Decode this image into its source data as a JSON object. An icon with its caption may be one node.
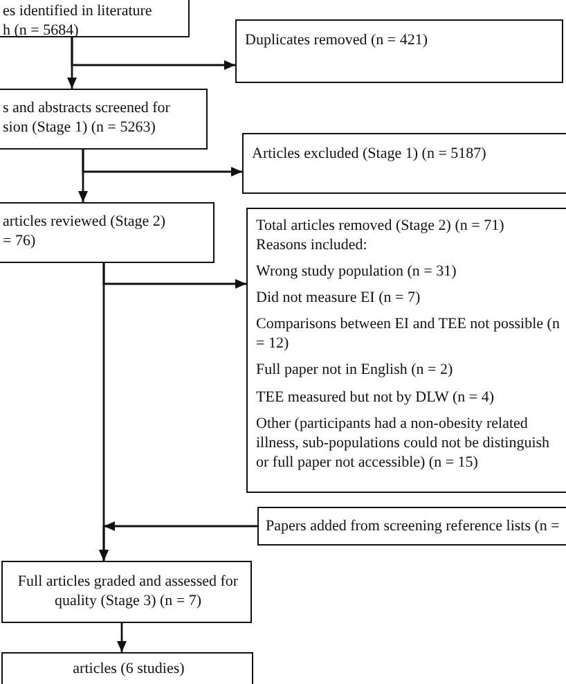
{
  "diagram": {
    "nodes": [
      {
        "text": [
          "es identified in literature h (n = 5684)"
        ]
      },
      {
        "text": [
          "Duplicates removed (n = 421)"
        ]
      },
      {
        "text": [
          "s and abstracts screened for sion (Stage 1) (n = 5263)"
        ]
      },
      {
        "text": [
          "Articles excluded (Stage 1) (n = 5187)"
        ]
      },
      {
        "text": [
          "articles reviewed (Stage 2) = 76)"
        ]
      },
      {
        "text": [
          "Total articles removed (Stage 2) (n = 71)",
          "Reasons included:",
          "Wrong study population (n = 31)",
          "Did not measure EI (n = 7)",
          "Comparisons between EI and TEE not possible (n = 12)",
          "Full paper not in English (n = 2)",
          "TEE measured but not by DLW (n = 4)",
          "Other (participants had a non-obesity related illness, sub-populations could not be distinguish or full paper not accessible) (n = 15)"
        ]
      },
      {
        "text": [
          "Papers added from screening reference lists (n ="
        ]
      },
      {
        "text": [
          "Full articles graded and assessed for quality (Stage 3) (n = 7)"
        ]
      },
      {
        "text": [
          "articles (6 studies)"
        ]
      }
    ],
    "edges": [
      {
        "from": 0,
        "to": 2,
        "arrow": "to"
      },
      {
        "from": 0,
        "to": 1,
        "arrow": "to"
      },
      {
        "from": 2,
        "to": 4,
        "arrow": "to"
      },
      {
        "from": 2,
        "to": 3,
        "arrow": "to"
      },
      {
        "from": 4,
        "to": 7,
        "arrow": "to"
      },
      {
        "from": 4,
        "to": 5,
        "arrow": "to"
      },
      {
        "from": 6,
        "to": 7,
        "arrow": "to"
      },
      {
        "from": 7,
        "to": 8,
        "arrow": "to"
      }
    ]
  }
}
